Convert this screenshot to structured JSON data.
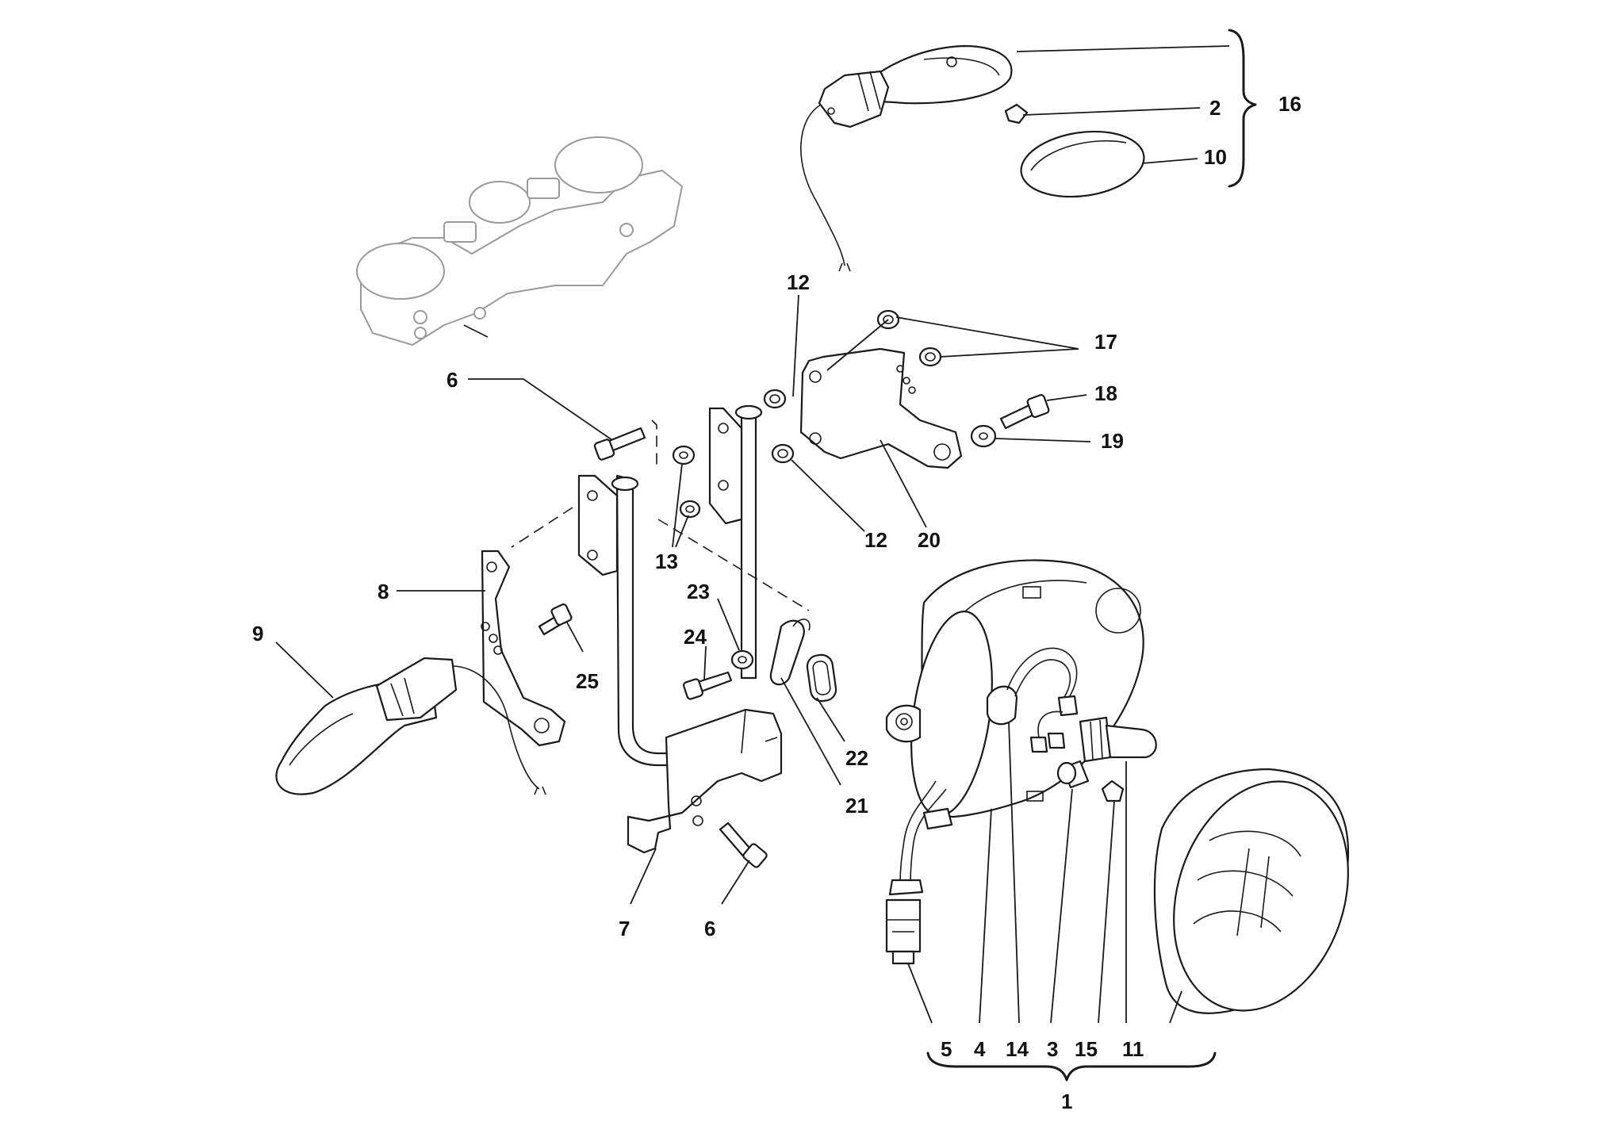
{
  "callouts": {
    "c1": "1",
    "c2": "2",
    "c3": "3",
    "c4": "4",
    "c5": "5",
    "c6a": "6",
    "c6b": "6",
    "c7": "7",
    "c8": "8",
    "c9": "9",
    "c10": "10",
    "c11": "11",
    "c12a": "12",
    "c12b": "12",
    "c13": "13",
    "c14": "14",
    "c15": "15",
    "c16": "16",
    "c17": "17",
    "c18": "18",
    "c19": "19",
    "c20": "20",
    "c21": "21",
    "c22": "22",
    "c23": "23",
    "c24": "24",
    "c25": "25"
  },
  "colors": {
    "line": "#1a1a1a",
    "ghost_part": "#9a9a9a",
    "background": "#ffffff"
  }
}
